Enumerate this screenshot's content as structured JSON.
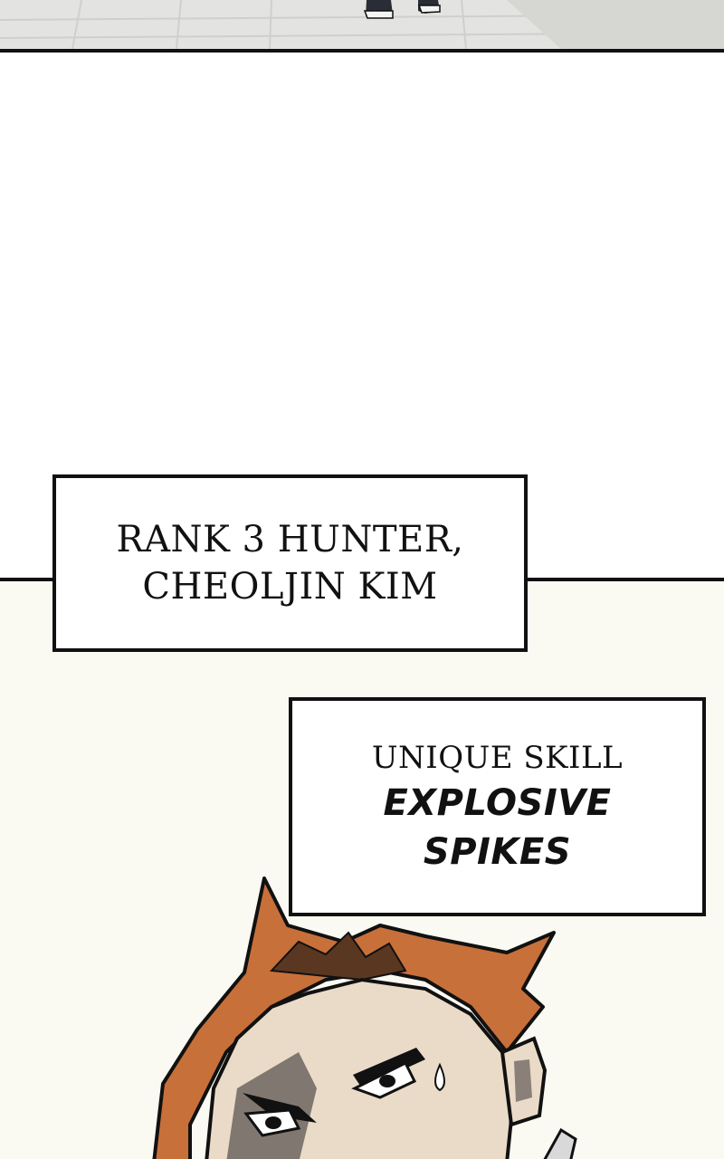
{
  "caption_1": {
    "line_1": "RANK 3 HUNTER,",
    "line_2": "CHEOLJIN KIM"
  },
  "caption_2": {
    "line_1": "UNIQUE SKILL",
    "line_2": "EXPLOSIVE",
    "line_3": "SPIKES"
  },
  "colors": {
    "floor": "#e3e3e1",
    "panel_bg": "#fafaf3",
    "hair": "#c8703a",
    "skin": "#eadbc8",
    "ink": "#111111"
  },
  "artwork": {
    "top_panel": "tiled-floor-with-feet",
    "bottom_panel": "spiky-orange-haired-character-face"
  }
}
